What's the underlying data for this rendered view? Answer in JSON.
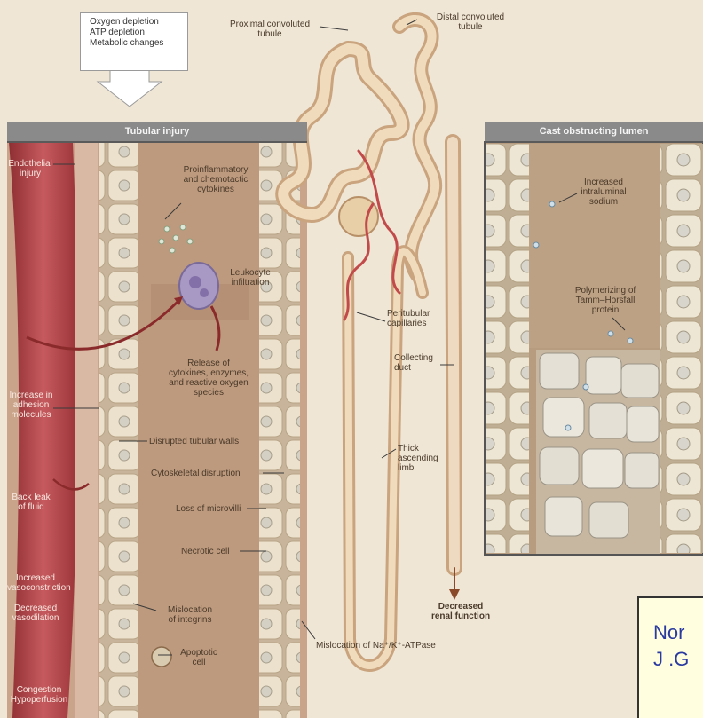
{
  "callout": {
    "text": "Oxygen depletion\nATP depletion\nMetabolic changes"
  },
  "panels": {
    "left_header": "Tubular injury",
    "right_header": "Cast obstructing lumen"
  },
  "top_labels": {
    "proximal": "Proximal convoluted\ntubule",
    "distal": "Distal convoluted\ntubule"
  },
  "left_labels": {
    "endothelial": "Endothelial\ninjury",
    "cytokines": "Proinflammatory\nand chemotactic\ncytokines",
    "leukocyte": "Leukocyte\ninfiltration",
    "release": "Release of\ncytokines, enzymes,\nand reactive oxygen\nspecies",
    "adhesion": "Increase in\nadhesion\nmolecules",
    "disrupted": "Disrupted tubular walls",
    "cytoskeletal": "Cytoskeletal disruption",
    "backleak": "Back leak\nof fluid",
    "microvilli": "Loss of microvilli",
    "necrotic": "Necrotic cell",
    "vasoconstriction": "Increased\nvasoconstriction",
    "vasodilation": "Decreased\nvasodilation",
    "integrins": "Mislocation\nof integrins",
    "apoptotic": "Apoptotic\ncell",
    "congestion": "Congestion\nHypoperfusion"
  },
  "center_labels": {
    "peritubular": "Peritubular\ncapillaries",
    "collecting": "Collecting\nduct",
    "thick": "Thick\nascending\nlimb",
    "decreased_renal": "Decreased\nrenal function",
    "mislocation_pump": "Mislocation of Na⁺/K⁺-ATPase"
  },
  "right_labels": {
    "sodium": "Increased\nintraluminal\nsodium",
    "polymerizing": "Polymerizing of\nTamm–Horsfall\nprotein"
  },
  "citation": {
    "line1": "Nor",
    "line2": "J .G"
  },
  "colors": {
    "vessel": "#b5454a",
    "tissue": "#c9a48a",
    "cell": "#ede0c6",
    "header": "#8a8a8a",
    "citation_bg": "#ffffe0",
    "citation_text": "#2a3aa0"
  }
}
